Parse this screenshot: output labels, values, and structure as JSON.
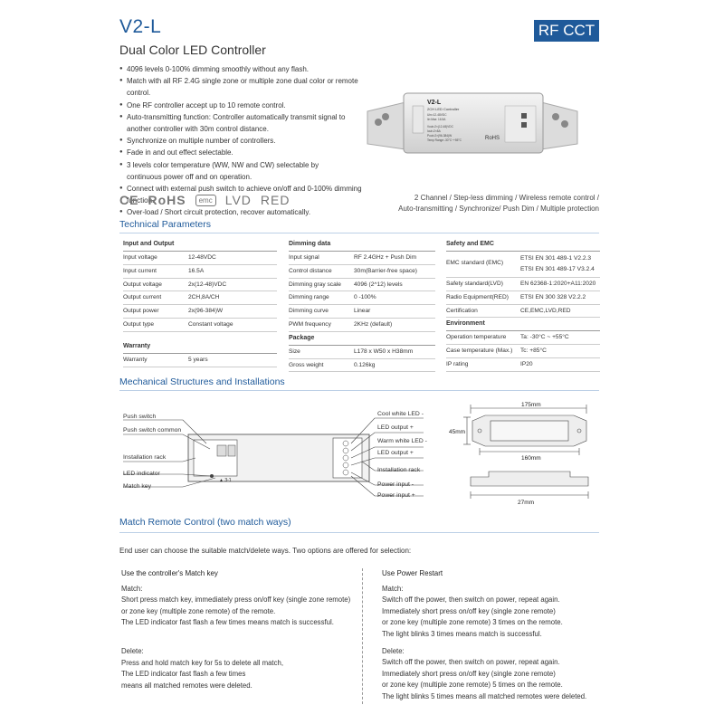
{
  "header": {
    "title": "V2-L",
    "badge": "RF CCT",
    "subtitle": "Dual Color LED Controller"
  },
  "features": [
    "4096 levels 0-100% dimming smoothly without any flash.",
    "Match with all RF 2.4G single zone or multiple zone dual color or remote control.",
    "One RF controller accept up to 10 remote control.",
    "Auto-transmitting function: Controller automatically transmit signal to",
    "another controller with 30m control distance.",
    "Synchronize on multiple number of controllers.",
    "Fade in and out effect selectable.",
    "3 levels color temperature (WW, NW and CW) selectable by",
    "continuous power off and on operation.",
    "Connect with external push switch to achieve on/off and 0-100% dimming function.",
    "Over-load / Short circuit protection, recover automatically."
  ],
  "product": {
    "model": "V2-L",
    "name": "2CH LED Controller",
    "specs": [
      "Uin=12-48VDC",
      "Iin Max: 16.5A",
      "Vout=2×(12-48)VDC",
      "Iout=2×8A",
      "Pout=2×(96-384)W",
      "Temp Range:-30°C~+55°C"
    ],
    "rohs": "RoHS"
  },
  "certifications": {
    "ce": "CE",
    "rohs": "RoHS",
    "emc": "emc",
    "lvd": "LVD",
    "red": "RED"
  },
  "tagline": [
    "2 Channel / Step-less dimming / Wireless remote control /",
    "Auto-transmitting / Synchronize/ Push Dim / Multiple protection"
  ],
  "sections": {
    "tech": "Technical Parameters",
    "mech": "Mechanical Structures and Installations",
    "match": "Match Remote Control (two match ways)"
  },
  "tables": {
    "io": {
      "title": "Input and Output",
      "rows": [
        {
          "k": "Input voltage",
          "v": "12-48VDC"
        },
        {
          "k": "Input current",
          "v": "16.5A"
        },
        {
          "k": "Output voltage",
          "v": "2x(12-48)VDC"
        },
        {
          "k": "Output current",
          "v": "2CH,8A/CH"
        },
        {
          "k": "Output power",
          "v": "2x(96-384)W"
        },
        {
          "k": "Output type",
          "v": "Constant voltage"
        }
      ]
    },
    "warranty": {
      "title": "Warranty",
      "rows": [
        {
          "k": "Warranty",
          "v": "5 years"
        }
      ]
    },
    "dimming": {
      "title": "Dimming data",
      "rows": [
        {
          "k": "Input signal",
          "v": "RF 2.4GHz  + Push Dim"
        },
        {
          "k": "Control distance",
          "v": "30m(Barrier-free space)"
        },
        {
          "k": "Dimming gray scale",
          "v": "4096 (2^12) levels"
        },
        {
          "k": "Dimming range",
          "v": "0 -100%"
        },
        {
          "k": "Dimming curve",
          "v": "Linear"
        },
        {
          "k": "PWM frequency",
          "v": "2KHz (default)"
        }
      ]
    },
    "package": {
      "title": "Package",
      "rows": [
        {
          "k": "Size",
          "v": "L178 x W50 x H38mm"
        },
        {
          "k": "Gross weight",
          "v": "0.126kg"
        }
      ]
    },
    "safety": {
      "title": "Safety and EMC",
      "emc_k": "EMC standard (EMC)",
      "emc_v1": "ETSI EN 301 489-1 V2.2.3",
      "emc_v2": "ETSI EN 301 489-17 V3.2.4",
      "rows": [
        {
          "k": "Safety standard(LVD)",
          "v": "EN 62368-1:2020+A11:2020"
        },
        {
          "k": "Radio Equipment(RED)",
          "v": "ETSI EN 300 328 V2.2.2"
        },
        {
          "k": "Certification",
          "v": "CE,EMC,LVD,RED"
        }
      ]
    },
    "environment": {
      "title": "Environment",
      "rows": [
        {
          "k": "Operation temperature",
          "v": "Ta: -30°C ~ +55°C"
        },
        {
          "k": "Case temperature (Max.)",
          "v": "Tc: +85°C"
        },
        {
          "k": "IP rating",
          "v": "IP20"
        }
      ]
    }
  },
  "diagram": {
    "left_labels": [
      "Push switch",
      "Push switch common",
      "Installation rack",
      "LED indicator",
      "Match key"
    ],
    "right_labels": [
      "Cool white LED -",
      "LED output +",
      "Warm white LED -",
      "LED output +",
      "Installation rack",
      "Power input -",
      "Power input +"
    ],
    "dims": {
      "length": "175mm",
      "height": "45mm",
      "hole": "160mm",
      "depth": "27mm"
    }
  },
  "match": {
    "intro": "End user can choose the suitable match/delete ways. Two options are offered for selection:",
    "left": {
      "heading": "Use the controller's Match key",
      "match_title": "Match:",
      "match_lines": [
        "Short press match key, immediately press on/off key (single zone remote)",
        "or zone key (multiple zone remote) of the remote.",
        "The LED indicator fast flash a few times means match is successful."
      ],
      "delete_title": "Delete:",
      "delete_lines": [
        "Press and hold match key for 5s to delete all match,",
        "The LED indicator fast flash a few times",
        "means all matched remotes were deleted."
      ]
    },
    "right": {
      "heading": "Use Power Restart",
      "match_title": "Match:",
      "match_lines": [
        "Switch off the power, then switch on power, repeat again.",
        "Immediately short press on/off key (single zone remote)",
        "or zone key (multiple zone remote) 3 times on the remote.",
        "The light blinks 3 times means match is successful."
      ],
      "delete_title": "Delete:",
      "delete_lines": [
        "Switch off the power, then switch on power, repeat again.",
        "Immediately short press on/off key (single zone remote)",
        "or zone key (multiple zone remote) 5 times on the remote.",
        "The light blinks 5 times means all matched remotes were deleted."
      ]
    }
  }
}
